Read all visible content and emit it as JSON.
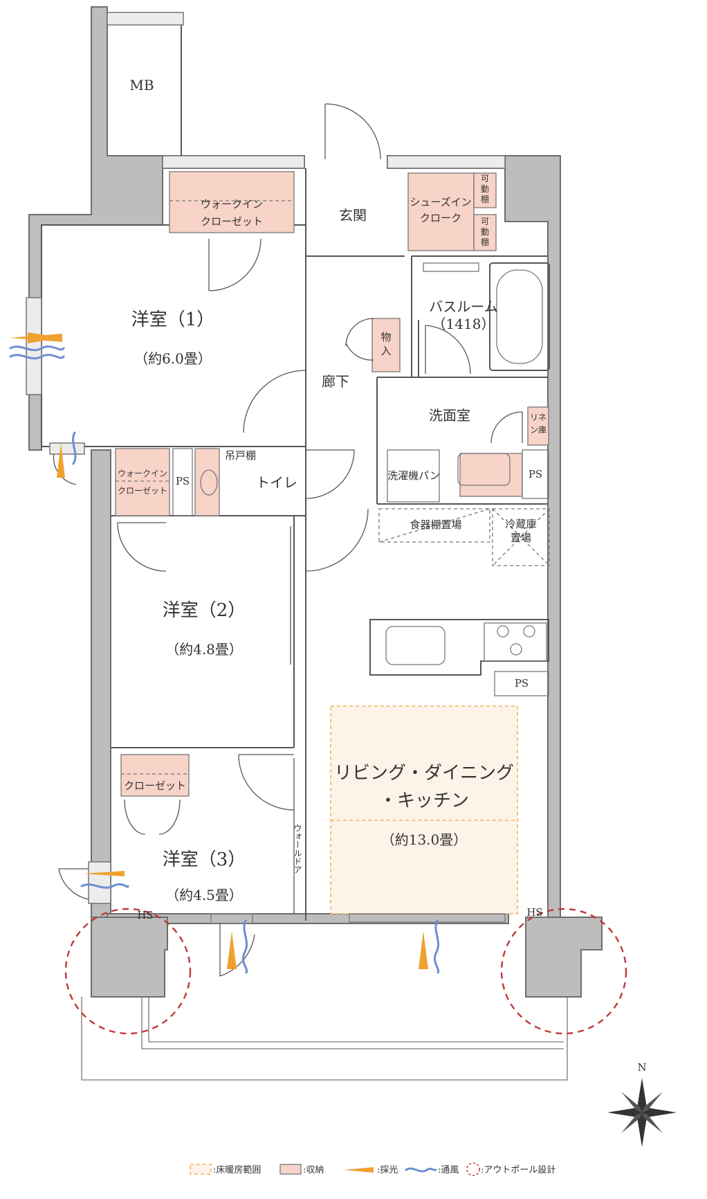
{
  "rooms": {
    "room1": {
      "name": "洋室（1）",
      "area": "（約6.0畳）"
    },
    "room2": {
      "name": "洋室（2）",
      "area": "（約4.8畳）"
    },
    "room3": {
      "name": "洋室（3）",
      "area": "（約4.5畳）"
    },
    "ldk": {
      "name_line1": "リビング・ダイニング",
      "name_line2": "・キッチン",
      "area": "（約13.0畳）"
    },
    "bath": {
      "name": "バスルーム",
      "size": "（1418）"
    },
    "washroom": "洗面室",
    "toilet": "トイレ",
    "corridor": "廊下",
    "entrance": "玄関"
  },
  "labels": {
    "mb": "MB",
    "wic1_line1": "ウォークイン",
    "wic1_line2": "クローゼット",
    "wic2_line1": "ウォークイン",
    "wic2_line2": "クローゼット",
    "closet": "クローゼット",
    "shoes_line1": "シューズイン",
    "shoes_line2": "クローク",
    "movable_shelf1_a": "可",
    "movable_shelf1_b": "動",
    "movable_shelf1_c": "棚",
    "movable_shelf2_a": "可",
    "movable_shelf2_b": "動",
    "movable_shelf2_c": "棚",
    "storage_a": "物",
    "storage_b": "入",
    "linen_a": "リネ",
    "linen_b": "ン庫",
    "hanging_shelf": "吊戸棚",
    "ps1": "PS",
    "ps2": "PS",
    "ps3": "PS",
    "washer_pan": "洗濯機パン",
    "dish_shelf": "食器棚置場",
    "fridge_line1": "冷蔵庫",
    "fridge_line2": "置場",
    "wall_door": "ウォールドア",
    "hs1": "HS",
    "hs2": "HS",
    "north": "N"
  },
  "legend": {
    "floor_heating": ":床暖房範囲",
    "storage": ":収納",
    "lighting": ":採光",
    "ventilation": ":通風",
    "outpole": ":アウトポール設計"
  },
  "colors": {
    "storage": "#f7d3c8",
    "floor_heating": "#fdf3e8",
    "lighting": "#f0a030",
    "ventilation": "#6a8fd0",
    "outpole": "#c03838",
    "wall": "#bdbdbd"
  }
}
